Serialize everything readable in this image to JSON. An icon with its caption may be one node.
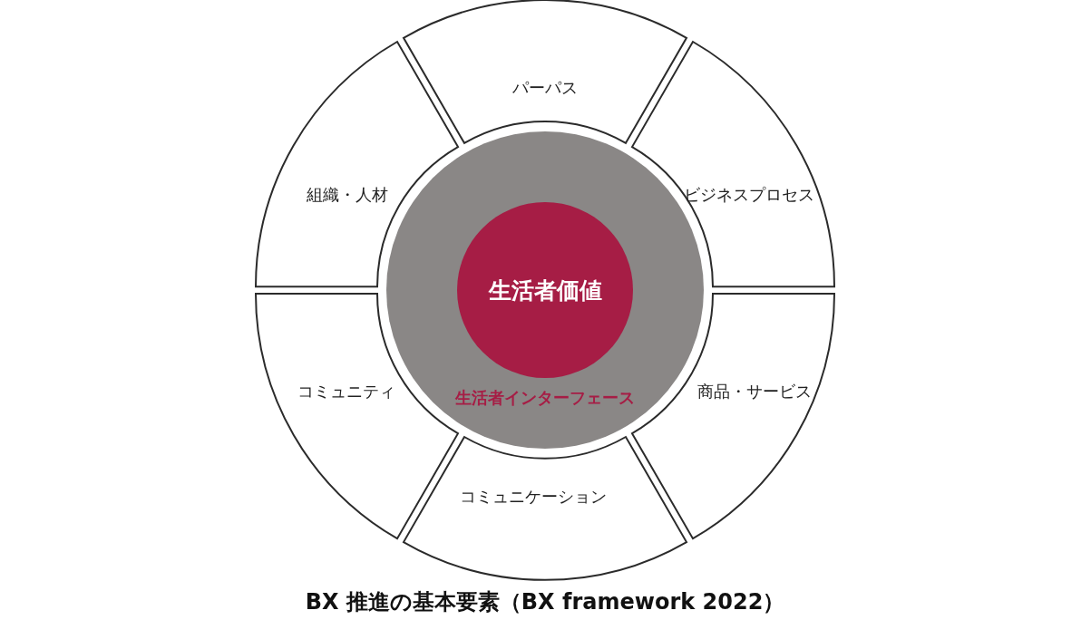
{
  "diagram": {
    "caption": "BX 推進の基本要素（BX framework 2022）",
    "nodes": [
      {
        "text": [
          "パーパス"
        ]
      },
      {
        "text": [
          "組織・人材"
        ]
      },
      {
        "text": [
          "ビジネスプロセス"
        ]
      },
      {
        "text": [
          "生活者インターフェース"
        ]
      },
      {
        "text": [
          "生活者価値"
        ],
        "in": 3
      },
      {
        "text": [
          "コミュニティ"
        ]
      },
      {
        "text": [
          "商品・サービス"
        ]
      },
      {
        "text": [
          "コミュニケーション"
        ]
      }
    ]
  }
}
